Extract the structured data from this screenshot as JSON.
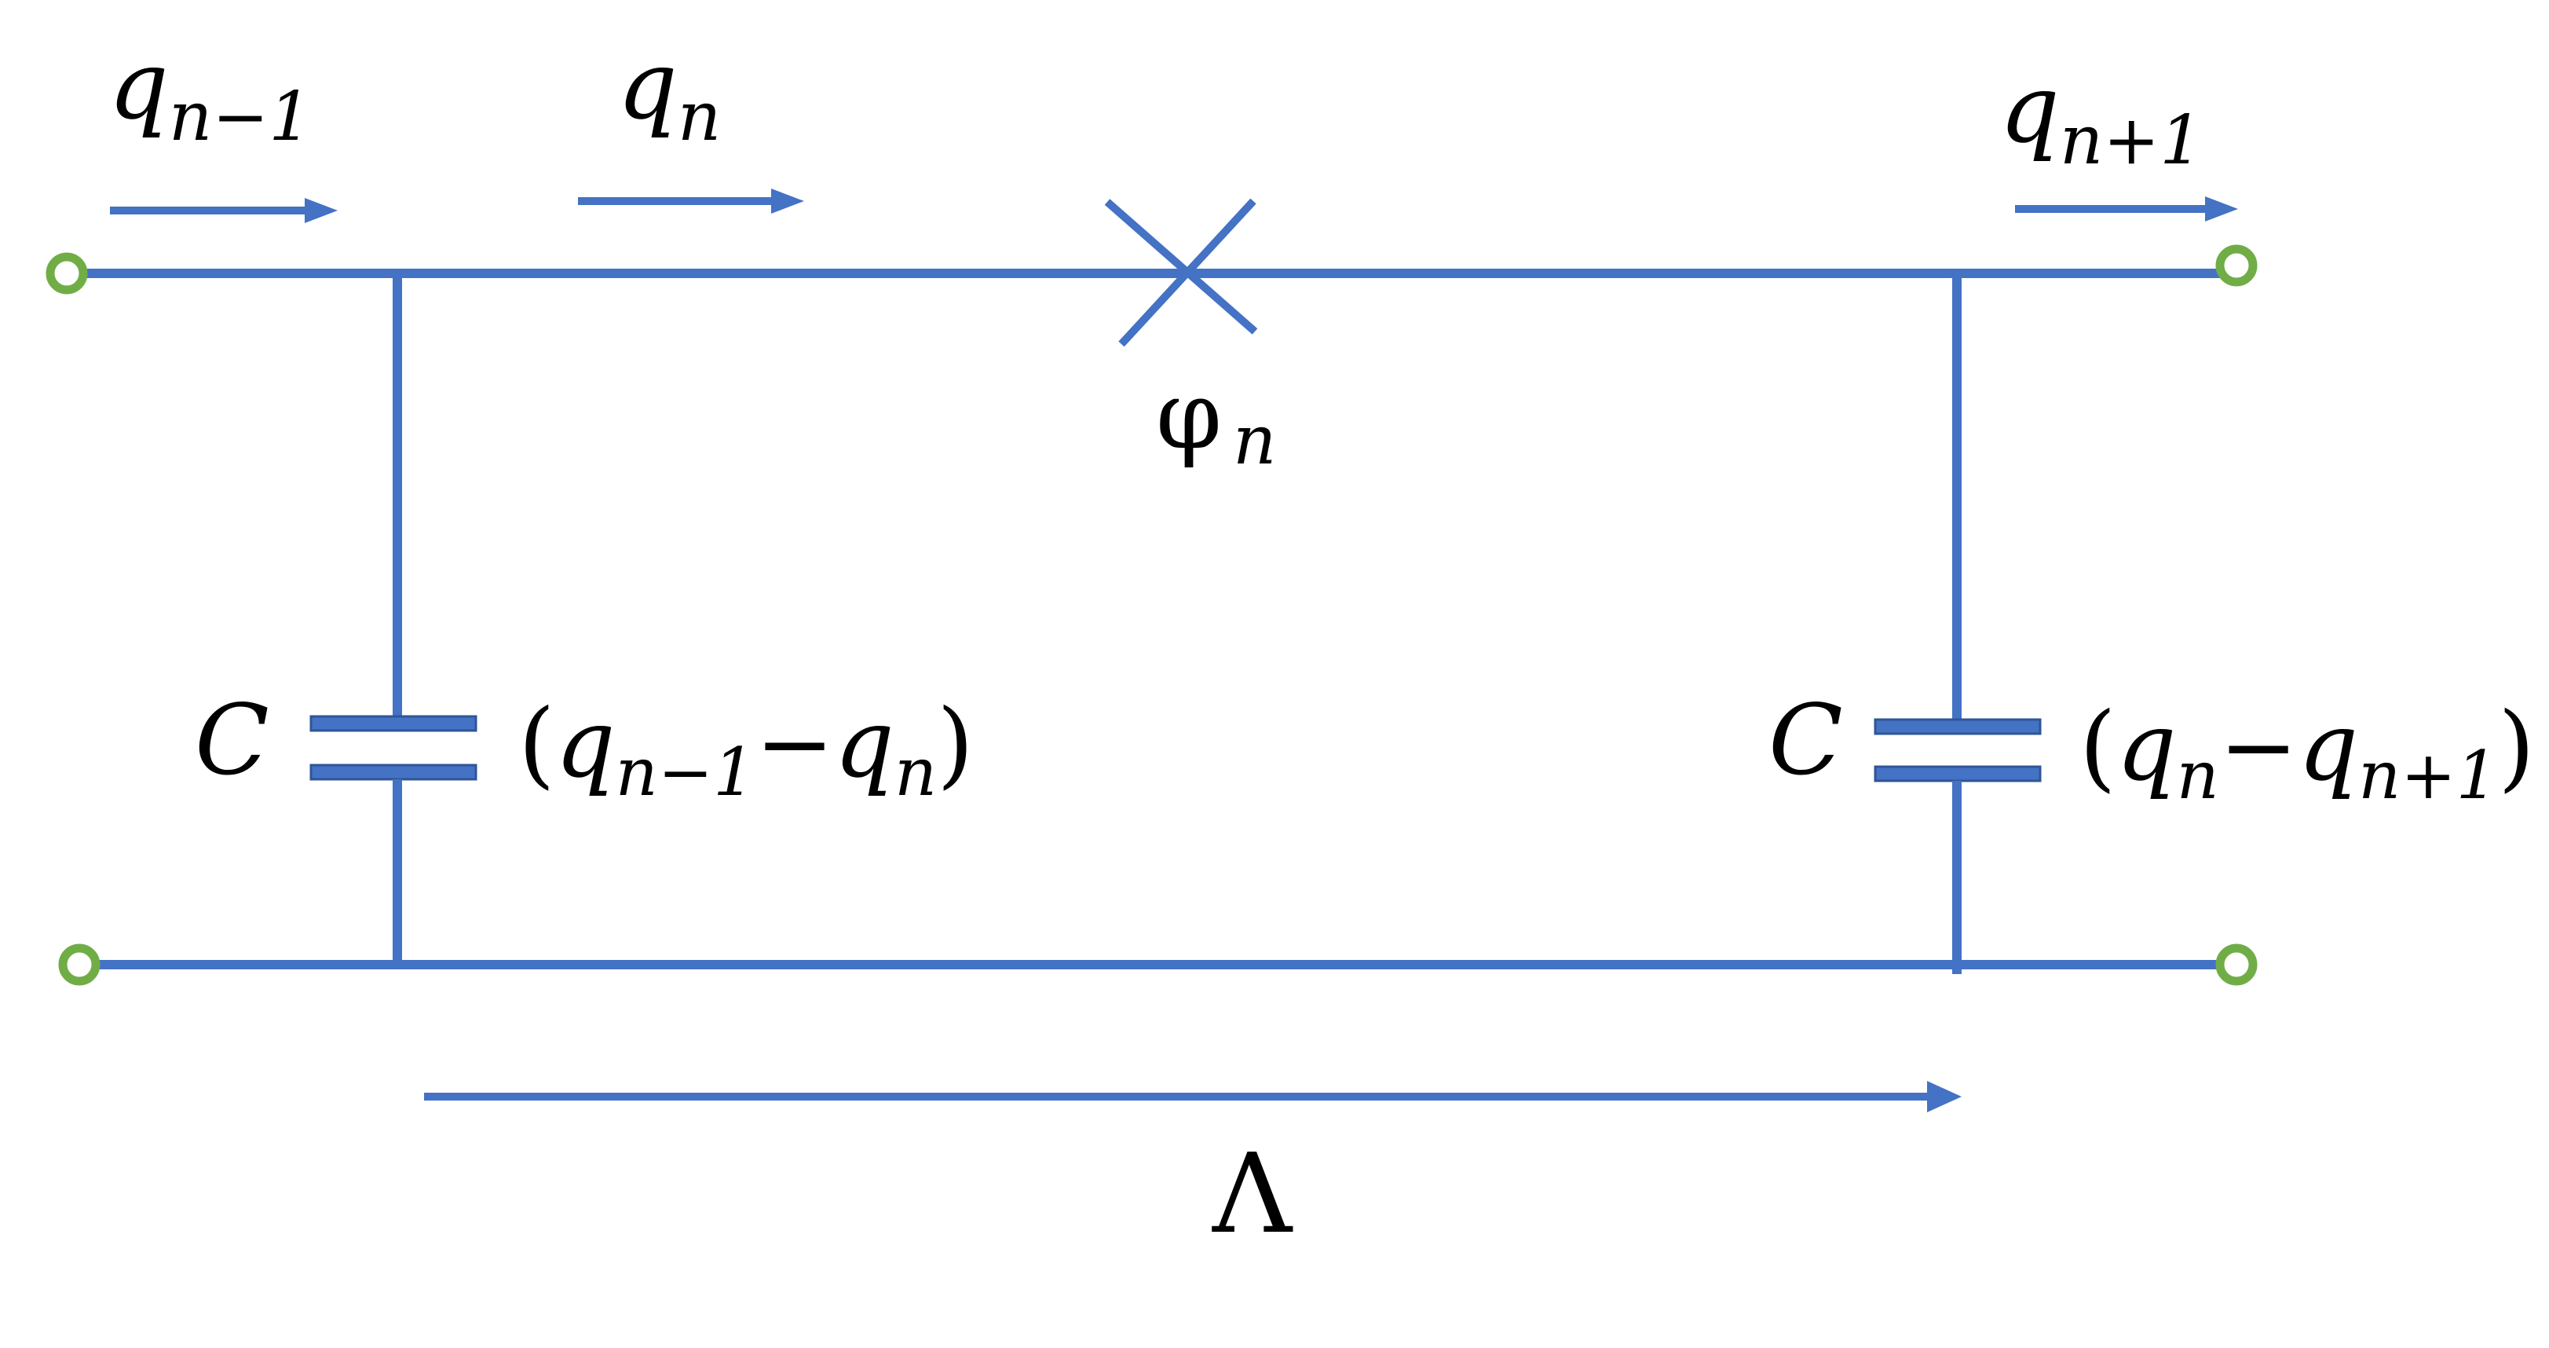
{
  "colors": {
    "wire": "#4472c4",
    "terminal": "#70ad47",
    "text": "#000000"
  },
  "labels": {
    "q_prev": {
      "base": "q",
      "sub": "n−1"
    },
    "q_curr": {
      "base": "q",
      "sub": "n"
    },
    "q_next": {
      "base": "q",
      "sub": "n+1"
    },
    "junction_phase": {
      "base": "φ",
      "sub": "n"
    },
    "cap_left": {
      "symbol": "C",
      "open": "(",
      "q1": "q",
      "q1sub": "n−1",
      "minus": "−",
      "q2": "q",
      "q2sub": "n",
      "close": ")"
    },
    "cap_right": {
      "symbol": "C",
      "open": "(",
      "q1": "q",
      "q1sub": "n",
      "minus": "−",
      "q2": "q",
      "q2sub": "n+1",
      "close": ")"
    },
    "period": "Λ"
  }
}
